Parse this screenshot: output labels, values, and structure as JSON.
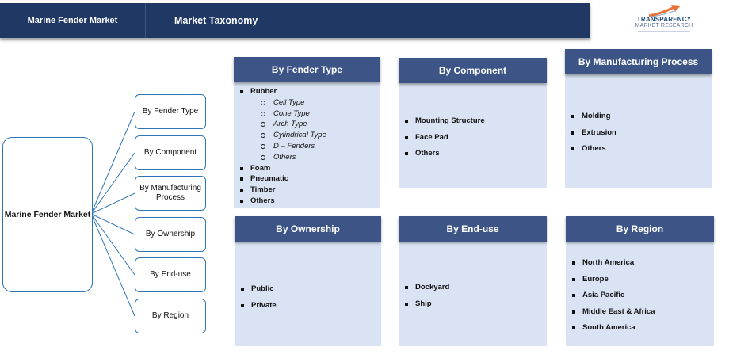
{
  "header": {
    "left_title": "Marine Fender Market",
    "right_title": "Market Taxonomy"
  },
  "logo": {
    "line1": "TRANSPARENCY",
    "line2": "MARKET RESEARCH",
    "accent_color": "#e97132"
  },
  "root": {
    "label": "Marine Fender Market"
  },
  "branches": [
    "By Fender Type",
    "By Component",
    "By Manufacturing Process",
    "By Ownership",
    "By End-use",
    "By Region"
  ],
  "cards": {
    "fender_type": {
      "title": "By Fender Type",
      "items": [
        {
          "label": "Rubber",
          "level": 1
        },
        {
          "label": "Cell Type",
          "level": 2
        },
        {
          "label": "Cone Type",
          "level": 2
        },
        {
          "label": "Arch Type",
          "level": 2
        },
        {
          "label": "Cylindrical Type",
          "level": 2
        },
        {
          "label": "D – Fenders",
          "level": 2
        },
        {
          "label": "Others",
          "level": 2
        },
        {
          "label": "Foam",
          "level": 1
        },
        {
          "label": "Pneumatic",
          "level": 1
        },
        {
          "label": "Timber",
          "level": 1
        },
        {
          "label": "Others",
          "level": 1
        }
      ]
    },
    "component": {
      "title": "By Component",
      "items": [
        "Mounting Structure",
        "Face Pad",
        "Others"
      ]
    },
    "manufacturing": {
      "title": "By Manufacturing Process",
      "items": [
        "Molding",
        "Extrusion",
        "Others"
      ]
    },
    "ownership": {
      "title": "By Ownership",
      "items": [
        "Public",
        "Private"
      ]
    },
    "end_use": {
      "title": "By End-use",
      "items": [
        "Dockyard",
        "Ship"
      ]
    },
    "region": {
      "title": "By Region",
      "items": [
        "North America",
        "Europe",
        "Asia Pacific",
        "Middle East & Africa",
        "South America"
      ]
    }
  },
  "colors": {
    "header_bg": "#1f3864",
    "card_head": "#3c5586",
    "card_body": "#dae3f3",
    "connector": "#2e75b6"
  }
}
